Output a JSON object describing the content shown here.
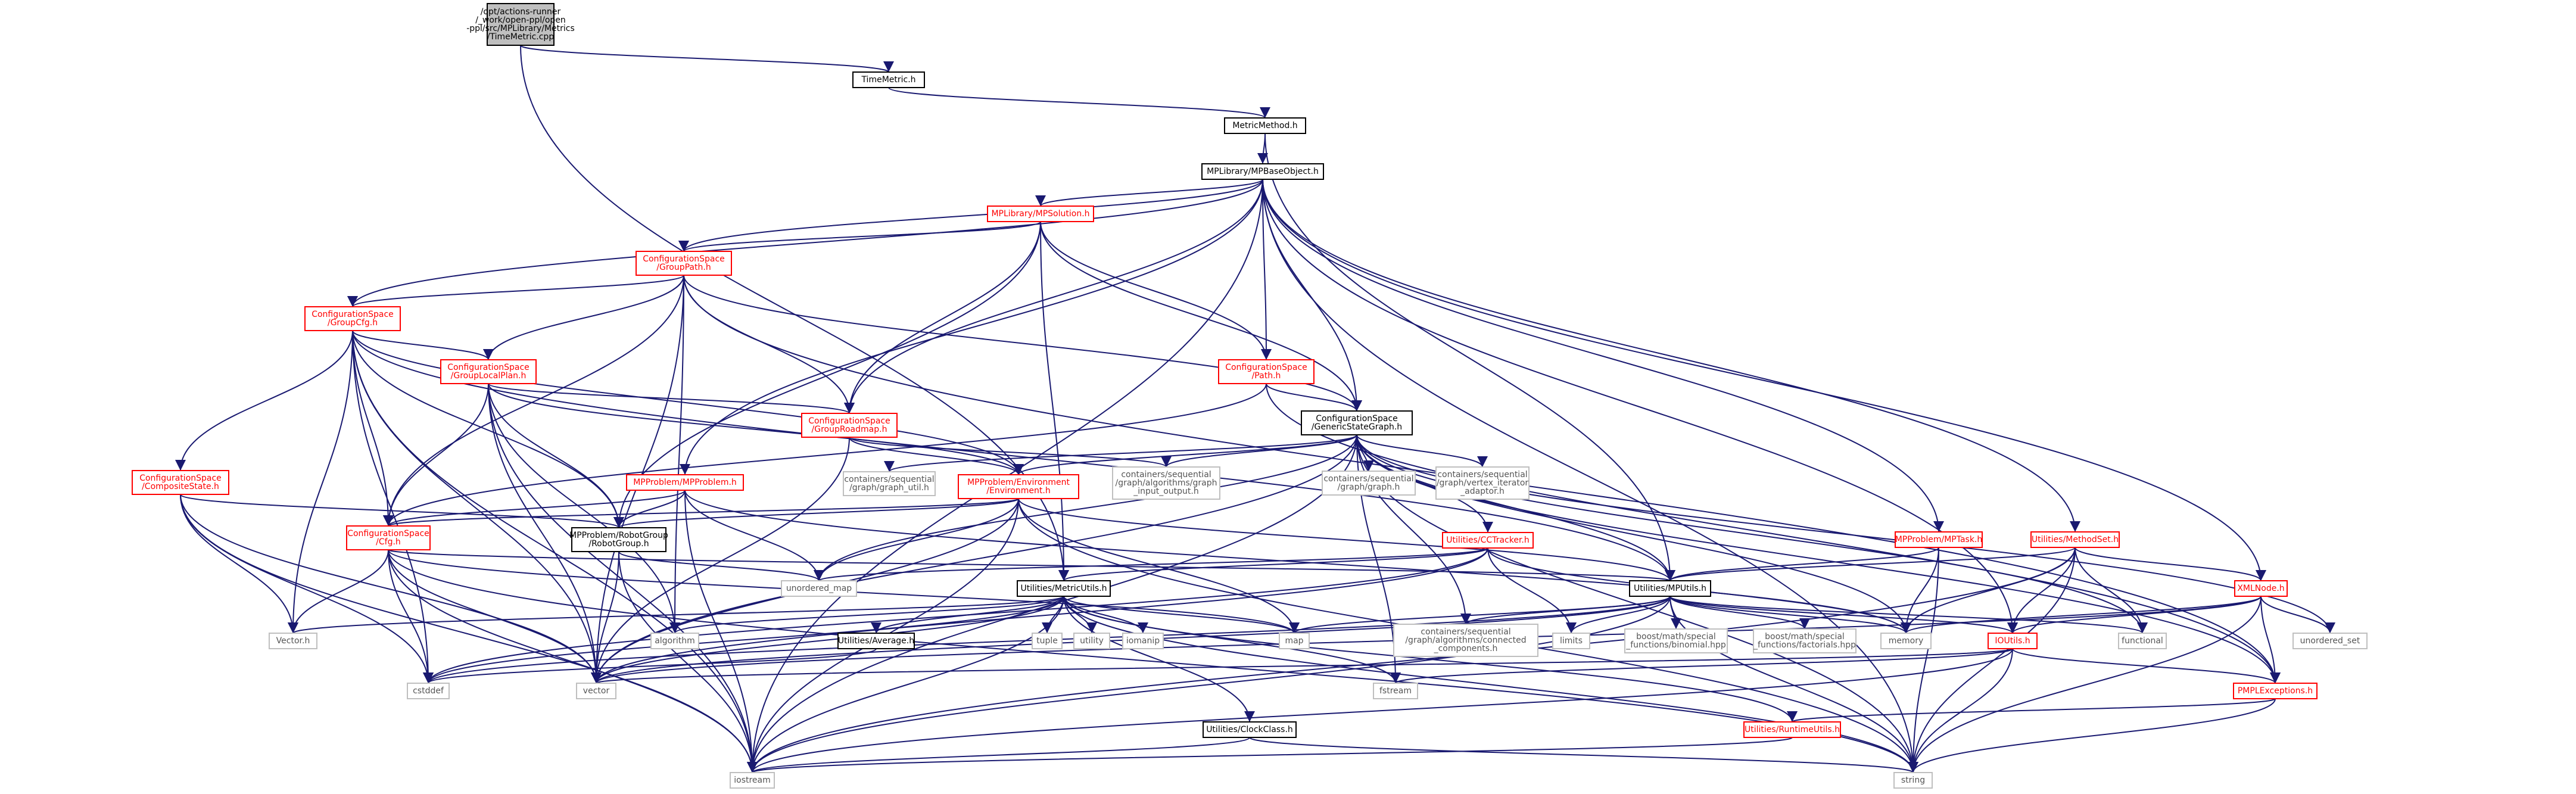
{
  "colors": {
    "edge": "#191970",
    "root_fill": "#bfbfbf",
    "project_border": "#ff0000",
    "project_text": "#ff0000",
    "leaf_border": "#bfbfbf",
    "leaf_text": "#555555",
    "plain_border": "#000000",
    "plain_text": "#000000"
  },
  "nodes": [
    {
      "id": "root",
      "kind": "root",
      "lines": [
        "/opt/actions-runner",
        "/_work/open-ppl/open",
        "-ppl/src/MPLibrary/Metrics",
        "/TimeMetric.cpp"
      ]
    },
    {
      "id": "timemetric",
      "kind": "plain",
      "lines": [
        "TimeMetric.h"
      ]
    },
    {
      "id": "metricmethod",
      "kind": "plain",
      "lines": [
        "MetricMethod.h"
      ]
    },
    {
      "id": "mpbase",
      "kind": "plain",
      "lines": [
        "MPLibrary/MPBaseObject.h"
      ]
    },
    {
      "id": "mpsolution",
      "kind": "project",
      "lines": [
        "MPLibrary/MPSolution.h"
      ]
    },
    {
      "id": "grouppath",
      "kind": "project",
      "lines": [
        "ConfigurationSpace",
        "/GroupPath.h"
      ]
    },
    {
      "id": "groupcfg",
      "kind": "project",
      "lines": [
        "ConfigurationSpace",
        "/GroupCfg.h"
      ]
    },
    {
      "id": "grouplocalplan",
      "kind": "project",
      "lines": [
        "ConfigurationSpace",
        "/GroupLocalPlan.h"
      ]
    },
    {
      "id": "compositestate",
      "kind": "project",
      "lines": [
        "ConfigurationSpace",
        "/CompositeState.h"
      ]
    },
    {
      "id": "cspath",
      "kind": "project",
      "lines": [
        "ConfigurationSpace",
        "/Path.h"
      ]
    },
    {
      "id": "grouproadmap",
      "kind": "project",
      "lines": [
        "ConfigurationSpace",
        "/GroupRoadmap.h"
      ]
    },
    {
      "id": "gsg",
      "kind": "plain",
      "lines": [
        "ConfigurationSpace",
        "/GenericStateGraph.h"
      ]
    },
    {
      "id": "mpproblem",
      "kind": "project",
      "lines": [
        "MPProblem/MPProblem.h"
      ]
    },
    {
      "id": "environment",
      "kind": "project",
      "lines": [
        "MPProblem/Environment",
        "/Environment.h"
      ]
    },
    {
      "id": "graphutil",
      "kind": "leaf",
      "lines": [
        "containers/sequential",
        "/graph/graph_util.h"
      ]
    },
    {
      "id": "graphinput",
      "kind": "leaf",
      "lines": [
        "containers/sequential",
        "/graph/algorithms/graph",
        "_input_output.h"
      ]
    },
    {
      "id": "graphh",
      "kind": "leaf",
      "lines": [
        "containers/sequential",
        "/graph/graph.h"
      ]
    },
    {
      "id": "vertexiter",
      "kind": "leaf",
      "lines": [
        "containers/sequential",
        "/graph/vertex_iterator",
        "_adaptor.h"
      ]
    },
    {
      "id": "cfg",
      "kind": "project",
      "lines": [
        "ConfigurationSpace",
        "/Cfg.h"
      ]
    },
    {
      "id": "robotgroup",
      "kind": "plain",
      "lines": [
        "MPProblem/RobotGroup",
        "/RobotGroup.h"
      ]
    },
    {
      "id": "cctracker",
      "kind": "project",
      "lines": [
        "Utilities/CCTracker.h"
      ]
    },
    {
      "id": "mptask",
      "kind": "project",
      "lines": [
        "MPProblem/MPTask.h"
      ]
    },
    {
      "id": "methodset",
      "kind": "project",
      "lines": [
        "Utilities/MethodSet.h"
      ]
    },
    {
      "id": "unorderedmap",
      "kind": "leaf",
      "lines": [
        "unordered_map"
      ]
    },
    {
      "id": "metricutils",
      "kind": "plain",
      "lines": [
        "Utilities/MetricUtils.h"
      ]
    },
    {
      "id": "mputils",
      "kind": "plain",
      "lines": [
        "Utilities/MPUtils.h"
      ]
    },
    {
      "id": "xmlnode",
      "kind": "project",
      "lines": [
        "XMLNode.h"
      ]
    },
    {
      "id": "vectorh",
      "kind": "leaf",
      "lines": [
        "Vector.h"
      ]
    },
    {
      "id": "algorithm",
      "kind": "leaf",
      "lines": [
        "algorithm"
      ]
    },
    {
      "id": "average",
      "kind": "plain",
      "lines": [
        "Utilities/Average.h"
      ]
    },
    {
      "id": "tuple",
      "kind": "leaf",
      "lines": [
        "tuple"
      ]
    },
    {
      "id": "utility",
      "kind": "leaf",
      "lines": [
        "utility"
      ]
    },
    {
      "id": "iomanip",
      "kind": "leaf",
      "lines": [
        "iomanip"
      ]
    },
    {
      "id": "map",
      "kind": "leaf",
      "lines": [
        "map"
      ]
    },
    {
      "id": "connected",
      "kind": "leaf",
      "lines": [
        "containers/sequential",
        "/graph/algorithms/connected",
        "_components.h"
      ]
    },
    {
      "id": "limits",
      "kind": "leaf",
      "lines": [
        "limits"
      ]
    },
    {
      "id": "binomial",
      "kind": "leaf",
      "lines": [
        "boost/math/special",
        "_functions/binomial.hpp"
      ]
    },
    {
      "id": "factorials",
      "kind": "leaf",
      "lines": [
        "boost/math/special",
        "_functions/factorials.hpp"
      ]
    },
    {
      "id": "memory",
      "kind": "leaf",
      "lines": [
        "memory"
      ]
    },
    {
      "id": "ioutils",
      "kind": "project",
      "lines": [
        "IOUtils.h"
      ]
    },
    {
      "id": "functional",
      "kind": "leaf",
      "lines": [
        "functional"
      ]
    },
    {
      "id": "unorderedset",
      "kind": "leaf",
      "lines": [
        "unordered_set"
      ]
    },
    {
      "id": "cstddef",
      "kind": "leaf",
      "lines": [
        "cstddef"
      ]
    },
    {
      "id": "vector",
      "kind": "leaf",
      "lines": [
        "vector"
      ]
    },
    {
      "id": "fstream",
      "kind": "leaf",
      "lines": [
        "fstream"
      ]
    },
    {
      "id": "pmplexceptions",
      "kind": "project",
      "lines": [
        "PMPLExceptions.h"
      ]
    },
    {
      "id": "clockclass",
      "kind": "plain",
      "lines": [
        "Utilities/ClockClass.h"
      ]
    },
    {
      "id": "runtimeutils",
      "kind": "project",
      "lines": [
        "Utilities/RuntimeUtils.h"
      ]
    },
    {
      "id": "iostream",
      "kind": "leaf",
      "lines": [
        "iostream"
      ]
    },
    {
      "id": "string",
      "kind": "leaf",
      "lines": [
        "string"
      ]
    }
  ],
  "edges": [
    [
      "root",
      "timemetric"
    ],
    [
      "root",
      "metricutils"
    ],
    [
      "timemetric",
      "metricmethod"
    ],
    [
      "metricmethod",
      "mpbase"
    ],
    [
      "metricmethod",
      "mputils"
    ],
    [
      "mpbase",
      "mpsolution"
    ],
    [
      "mpbase",
      "grouppath"
    ],
    [
      "mpbase",
      "groupcfg"
    ],
    [
      "mpbase",
      "cspath"
    ],
    [
      "mpbase",
      "grouproadmap"
    ],
    [
      "mpbase",
      "gsg"
    ],
    [
      "mpbase",
      "mpproblem"
    ],
    [
      "mpbase",
      "mptask"
    ],
    [
      "mpbase",
      "methodset"
    ],
    [
      "mpbase",
      "xmlnode"
    ],
    [
      "mpbase",
      "ioutils"
    ],
    [
      "mpbase",
      "iostream"
    ],
    [
      "mpbase",
      "string"
    ],
    [
      "mpsolution",
      "grouppath"
    ],
    [
      "mpsolution",
      "cspath"
    ],
    [
      "mpsolution",
      "grouproadmap"
    ],
    [
      "mpsolution",
      "gsg"
    ],
    [
      "mpsolution",
      "robotgroup"
    ],
    [
      "mpsolution",
      "metricutils"
    ],
    [
      "grouppath",
      "groupcfg"
    ],
    [
      "grouppath",
      "grouplocalplan"
    ],
    [
      "grouppath",
      "grouproadmap"
    ],
    [
      "grouppath",
      "gsg"
    ],
    [
      "grouppath",
      "cfg"
    ],
    [
      "grouppath",
      "algorithm"
    ],
    [
      "grouppath",
      "vector"
    ],
    [
      "grouppath",
      "pmplexceptions"
    ],
    [
      "groupcfg",
      "grouplocalplan"
    ],
    [
      "groupcfg",
      "compositestate"
    ],
    [
      "groupcfg",
      "cfg"
    ],
    [
      "groupcfg",
      "robotgroup"
    ],
    [
      "groupcfg",
      "environment"
    ],
    [
      "groupcfg",
      "mputils"
    ],
    [
      "groupcfg",
      "vectorh"
    ],
    [
      "groupcfg",
      "cstddef"
    ],
    [
      "groupcfg",
      "vector"
    ],
    [
      "groupcfg",
      "iostream"
    ],
    [
      "grouplocalplan",
      "grouproadmap"
    ],
    [
      "grouplocalplan",
      "cfg"
    ],
    [
      "grouplocalplan",
      "robotgroup"
    ],
    [
      "grouplocalplan",
      "algorithm"
    ],
    [
      "grouplocalplan",
      "vector"
    ],
    [
      "grouplocalplan",
      "environment"
    ],
    [
      "grouplocalplan",
      "iostream"
    ],
    [
      "compositestate",
      "robotgroup"
    ],
    [
      "compositestate",
      "vectorh"
    ],
    [
      "compositestate",
      "cstddef"
    ],
    [
      "compositestate",
      "vector"
    ],
    [
      "compositestate",
      "iostream"
    ],
    [
      "cspath",
      "gsg"
    ],
    [
      "cspath",
      "cfg"
    ],
    [
      "cspath",
      "pmplexceptions"
    ],
    [
      "grouproadmap",
      "environment"
    ],
    [
      "grouproadmap",
      "graphinput"
    ],
    [
      "grouproadmap",
      "vector"
    ],
    [
      "gsg",
      "environment"
    ],
    [
      "gsg",
      "graphutil"
    ],
    [
      "gsg",
      "graphinput"
    ],
    [
      "gsg",
      "graphh"
    ],
    [
      "gsg",
      "vertexiter"
    ],
    [
      "gsg",
      "cctracker"
    ],
    [
      "gsg",
      "mputils"
    ],
    [
      "gsg",
      "unorderedmap"
    ],
    [
      "gsg",
      "connected"
    ],
    [
      "gsg",
      "iostream"
    ],
    [
      "gsg",
      "fstream"
    ],
    [
      "gsg",
      "string"
    ],
    [
      "gsg",
      "functional"
    ],
    [
      "gsg",
      "unorderedset"
    ],
    [
      "gsg",
      "pmplexceptions"
    ],
    [
      "gsg",
      "memory"
    ],
    [
      "gsg",
      "vector"
    ],
    [
      "mpproblem",
      "cfg"
    ],
    [
      "mpproblem",
      "robotgroup"
    ],
    [
      "mpproblem",
      "unorderedmap"
    ],
    [
      "mpproblem",
      "memory"
    ],
    [
      "mpproblem",
      "iostream"
    ],
    [
      "environment",
      "cfg"
    ],
    [
      "environment",
      "robotgroup"
    ],
    [
      "environment",
      "mputils"
    ],
    [
      "environment",
      "unorderedmap"
    ],
    [
      "environment",
      "map"
    ],
    [
      "environment",
      "vector"
    ],
    [
      "environment",
      "string"
    ],
    [
      "environment",
      "iostream"
    ],
    [
      "cfg",
      "vectorh"
    ],
    [
      "cfg",
      "mputils"
    ],
    [
      "cfg",
      "cstddef"
    ],
    [
      "cfg",
      "vector"
    ],
    [
      "cfg",
      "iostream"
    ],
    [
      "cfg",
      "map"
    ],
    [
      "cfg",
      "string"
    ],
    [
      "robotgroup",
      "unorderedmap"
    ],
    [
      "robotgroup",
      "vector"
    ],
    [
      "robotgroup",
      "iostream"
    ],
    [
      "cctracker",
      "metricutils"
    ],
    [
      "cctracker",
      "unorderedmap"
    ],
    [
      "cctracker",
      "memory"
    ],
    [
      "cctracker",
      "limits"
    ],
    [
      "cctracker",
      "vector"
    ],
    [
      "cctracker",
      "cstddef"
    ],
    [
      "mptask",
      "mputils"
    ],
    [
      "mptask",
      "memory"
    ],
    [
      "mptask",
      "string"
    ],
    [
      "methodset",
      "mputils"
    ],
    [
      "methodset",
      "xmlnode"
    ],
    [
      "methodset",
      "ioutils"
    ],
    [
      "methodset",
      "memory"
    ],
    [
      "methodset",
      "functional"
    ],
    [
      "methodset",
      "string"
    ],
    [
      "methodset",
      "iostream"
    ],
    [
      "metricutils",
      "average"
    ],
    [
      "metricutils",
      "tuple"
    ],
    [
      "metricutils",
      "utility"
    ],
    [
      "metricutils",
      "iomanip"
    ],
    [
      "metricutils",
      "map"
    ],
    [
      "metricutils",
      "clockclass"
    ],
    [
      "metricutils",
      "runtimeutils"
    ],
    [
      "metricutils",
      "algorithm"
    ],
    [
      "metricutils",
      "cstddef"
    ],
    [
      "metricutils",
      "vector"
    ],
    [
      "metricutils",
      "vectorh"
    ],
    [
      "metricutils",
      "fstream"
    ],
    [
      "metricutils",
      "iostream"
    ],
    [
      "metricutils",
      "string"
    ],
    [
      "mputils",
      "connected"
    ],
    [
      "mputils",
      "limits"
    ],
    [
      "mputils",
      "binomial"
    ],
    [
      "mputils",
      "factorials"
    ],
    [
      "mputils",
      "memory"
    ],
    [
      "mputils",
      "ioutils"
    ],
    [
      "mputils",
      "functional"
    ],
    [
      "mputils",
      "map"
    ],
    [
      "mputils",
      "vector"
    ],
    [
      "mputils",
      "cstddef"
    ],
    [
      "mputils",
      "iostream"
    ],
    [
      "mputils",
      "string"
    ],
    [
      "xmlnode",
      "ioutils"
    ],
    [
      "xmlnode",
      "pmplexceptions"
    ],
    [
      "xmlnode",
      "unorderedset"
    ],
    [
      "xmlnode",
      "memory"
    ],
    [
      "xmlnode",
      "vector"
    ],
    [
      "xmlnode",
      "string"
    ],
    [
      "average",
      "cstddef"
    ],
    [
      "ioutils",
      "pmplexceptions"
    ],
    [
      "ioutils",
      "fstream"
    ],
    [
      "ioutils",
      "vector"
    ],
    [
      "ioutils",
      "iostream"
    ],
    [
      "ioutils",
      "string"
    ],
    [
      "pmplexceptions",
      "runtimeutils"
    ],
    [
      "pmplexceptions",
      "string"
    ],
    [
      "clockclass",
      "iostream"
    ],
    [
      "clockclass",
      "string"
    ],
    [
      "runtimeutils",
      "iostream"
    ]
  ]
}
